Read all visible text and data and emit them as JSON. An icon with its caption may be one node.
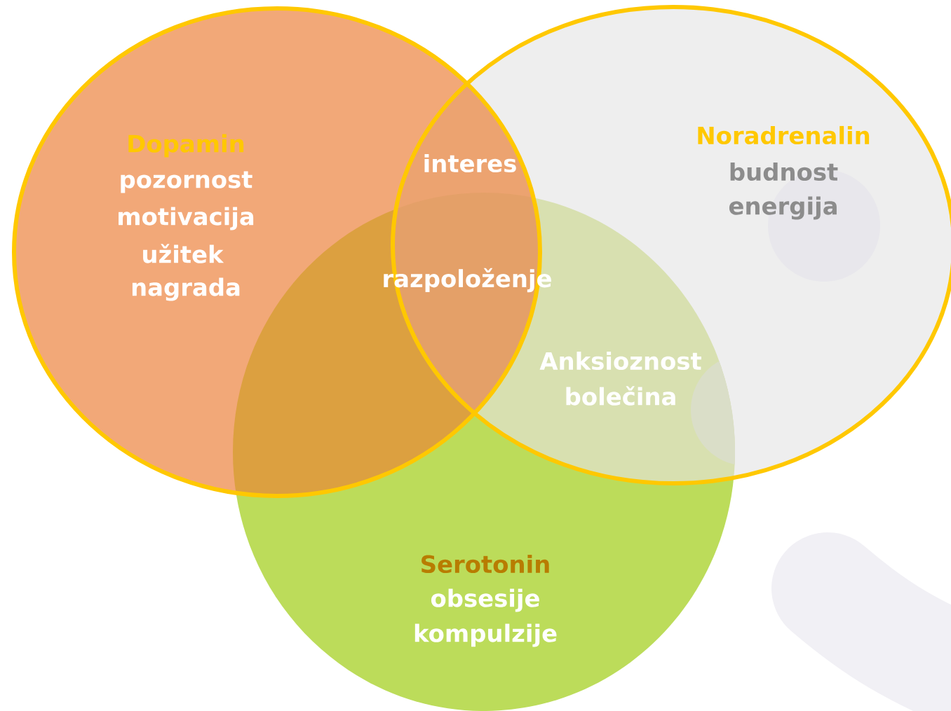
{
  "diagram": {
    "nodes": [
      {
        "text": [
          "Dopamin",
          "pozornost",
          "motivacija",
          "užitek",
          "nagrada"
        ]
      },
      {
        "text": [
          "Noradrenalin",
          "budnost",
          "energija"
        ]
      },
      {
        "text": [
          "Serotonin",
          "obsesije",
          "kompulzije"
        ]
      }
    ],
    "labels": [
      "interes",
      "razpoloženje",
      "Anksioznost",
      "bolečina"
    ]
  }
}
